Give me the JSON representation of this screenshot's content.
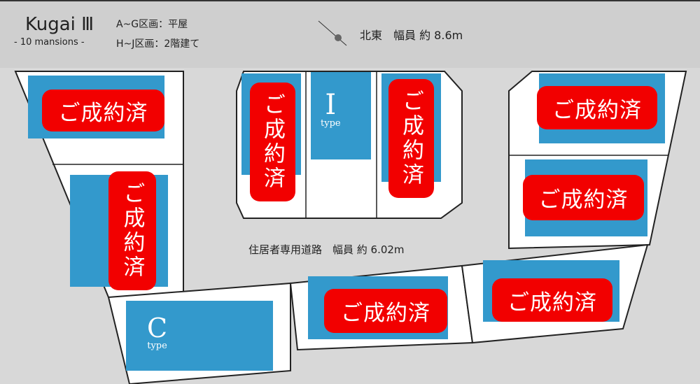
{
  "header": {
    "title": "Kugai Ⅲ",
    "subtitle": "- 10 mansions -",
    "note_a": "A~G区画：平屋",
    "note_b": "H~J区画：2階建て",
    "north_road": "北東　幅員 約 8.6m"
  },
  "road": {
    "label": "住居者専用道路　幅員 約 6.02m"
  },
  "lots": {
    "sold_label": "ご成約済",
    "i_type": {
      "letter": "I",
      "word": "type"
    },
    "c_type": {
      "letter": "C",
      "word": "type"
    }
  },
  "colors": {
    "building": "#3399cc",
    "sold": "#f20000",
    "lot": "#ffffff",
    "road": "#d8d8d8"
  }
}
